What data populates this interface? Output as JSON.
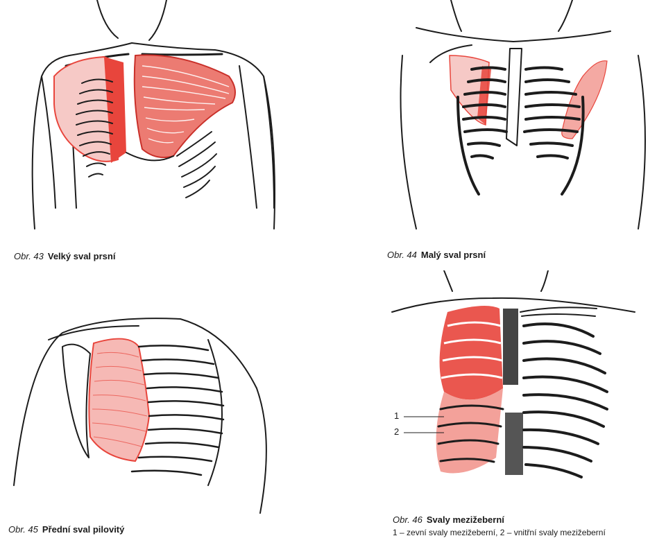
{
  "figures": [
    {
      "number": "Obr. 43",
      "title": "Velký sval prsní"
    },
    {
      "number": "Obr. 44",
      "title": "Malý sval prsní"
    },
    {
      "number": "Obr. 45",
      "title": "Přední sval pilovitý"
    },
    {
      "number": "Obr. 46",
      "title": "Svaly mezižeberní",
      "legend": "1 – zevní svaly mezižeberní, 2 – vnitřní svaly mezižeberní",
      "labels": [
        "1",
        "2"
      ]
    }
  ],
  "colors": {
    "muscle": "#e8453c",
    "muscle_light": "#f6b9b5",
    "line": "#1c1c1c"
  }
}
